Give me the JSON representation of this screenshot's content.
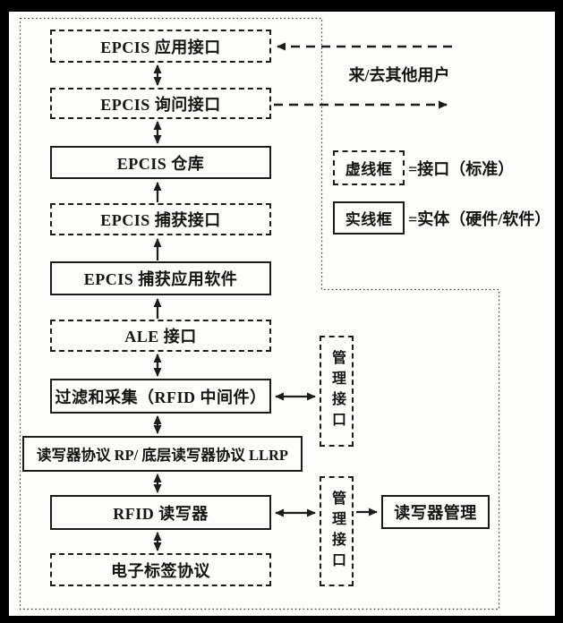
{
  "diagram": {
    "stack": [
      {
        "label": "EPCIS 应用接口",
        "style": "dashed"
      },
      {
        "label": "EPCIS 询问接口",
        "style": "dashed"
      },
      {
        "label": "EPCIS 仓库",
        "style": "solid"
      },
      {
        "label": "EPCIS 捕获接口",
        "style": "dashed"
      },
      {
        "label": "EPCIS 捕获应用软件",
        "style": "solid"
      },
      {
        "label": "ALE 接口",
        "style": "dashed"
      },
      {
        "label": "过滤和采集（RFID 中间件）",
        "style": "solid"
      },
      {
        "label": "读写器协议 RP/ 底层读写器协议 LLRP",
        "style": "solid"
      },
      {
        "label": "RFID 读写器",
        "style": "solid"
      },
      {
        "label": "电子标签协议",
        "style": "dashed"
      }
    ],
    "external_users_label": "来/去其他用户",
    "legend": [
      {
        "sample": "虚线框",
        "meaning": "=接口（标准）",
        "style": "dashed"
      },
      {
        "sample": "实线框",
        "meaning": "=实体（硬件/软件）",
        "style": "solid"
      }
    ],
    "management_interface_top": "管理接口",
    "management_interface_bottom": "管理接口",
    "reader_management_label": "读写器管理",
    "colors": {
      "line": "#1c1c1c",
      "background": "#fdfdfc",
      "frame": "#000000"
    }
  }
}
